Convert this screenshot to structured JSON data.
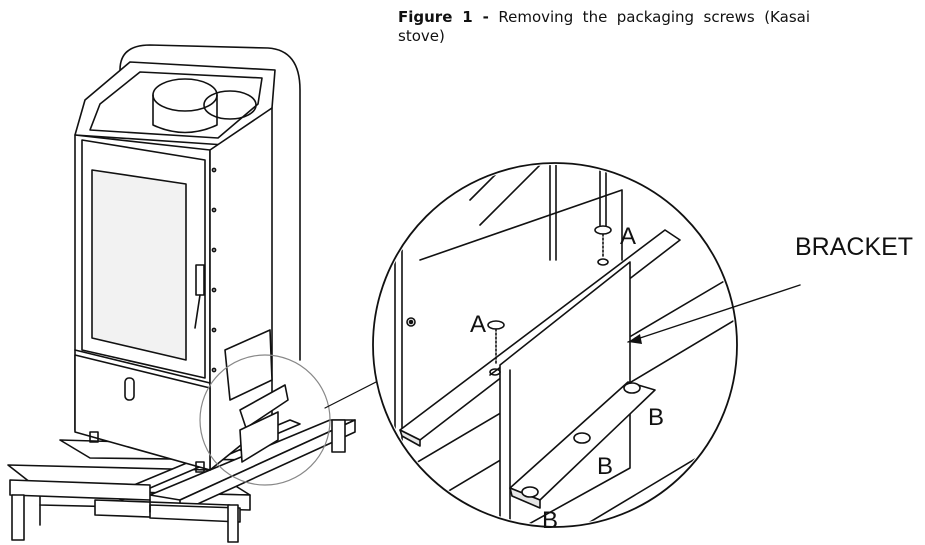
{
  "caption": {
    "label": "Figure 1 -",
    "text": "Removing the packaging screws (Kasai stove)"
  },
  "labels": {
    "bracket": "BRACKET",
    "screw_a_top": "A",
    "screw_a_left": "A",
    "bolt_b_right": "B",
    "bolt_b_middle": "B",
    "bolt_b_bottom": "B"
  },
  "colors": {
    "line": "#111111",
    "shade": "#e6e6e6",
    "glass": "#f2f2f2"
  }
}
